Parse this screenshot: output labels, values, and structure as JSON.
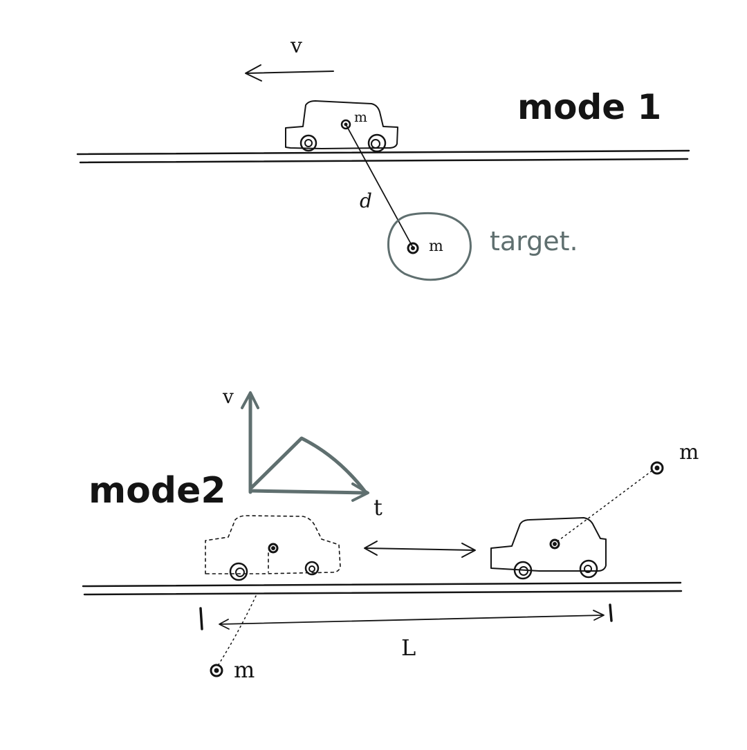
{
  "mode1": {
    "title": "mode 1",
    "velocity_label": "v",
    "car_mass_label": "m",
    "distance_label": "d",
    "target_mass_label": "m",
    "target_label": "target."
  },
  "mode2": {
    "title": "mode2",
    "graph": {
      "y_axis_label": "v",
      "x_axis_label": "t"
    },
    "car_mass_label": "m",
    "lower_mass_label": "m",
    "length_label": "L"
  },
  "colors": {
    "ink": "#141414",
    "grey_ink": "#5f6f6f"
  }
}
